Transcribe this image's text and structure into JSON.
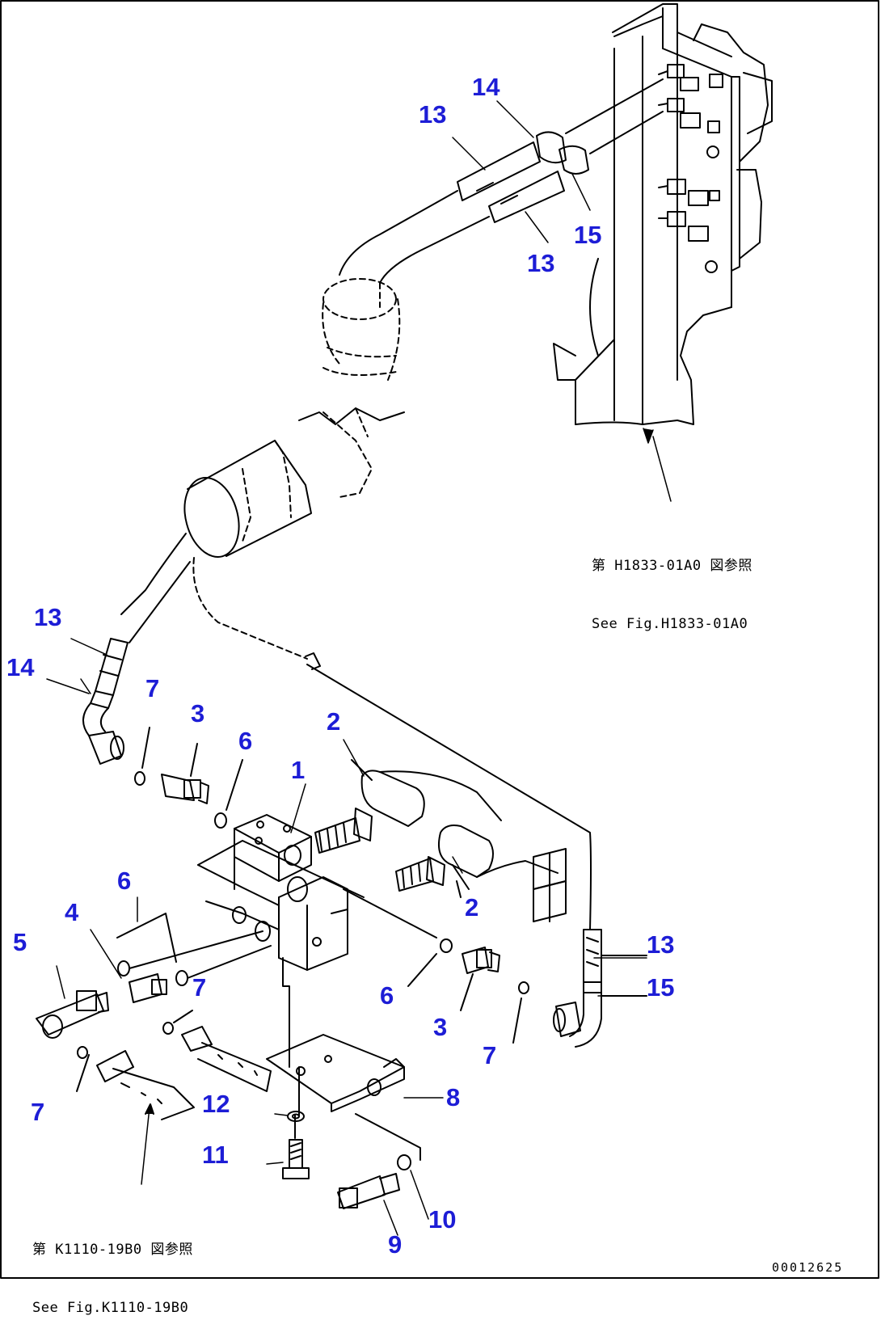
{
  "colors": {
    "callout": "#1d1dd6",
    "line": "#000000",
    "background": "#ffffff"
  },
  "callouts": {
    "c1": "1",
    "c2a": "2",
    "c2b": "2",
    "c3a": "3",
    "c3b": "3",
    "c4": "4",
    "c5": "5",
    "c6a": "6",
    "c6b": "6",
    "c6c": "6",
    "c7a": "7",
    "c7b": "7",
    "c7c": "7",
    "c7d": "7",
    "c8": "8",
    "c9": "9",
    "c10": "10",
    "c11": "11",
    "c12": "12",
    "c13a": "13",
    "c13b": "13",
    "c13c": "13",
    "c13d": "13",
    "c14a": "14",
    "c14b": "14",
    "c15a": "15",
    "c15b": "15"
  },
  "references": {
    "top_jp": "第 H1833-01A0 図参照",
    "top_en": "See Fig.H1833-01A0",
    "bottom_jp": "第 K1110-19B0 図参照",
    "bottom_en": "See Fig.K1110-19B0"
  },
  "drawing_code": "00012625"
}
